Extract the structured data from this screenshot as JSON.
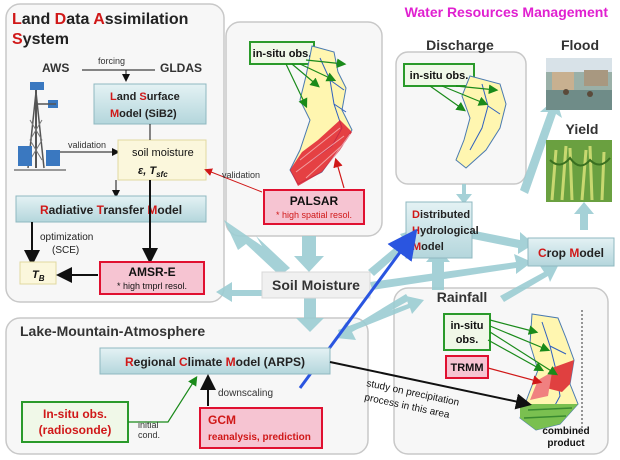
{
  "header": {
    "title": "Water Resources Management"
  },
  "lda": {
    "title_line1": "Land Data Assimilation",
    "title_line2": "System",
    "aws": "AWS",
    "gldas": "GLDAS",
    "forcing": "forcing",
    "lsm_line1": "Land Surface",
    "lsm_line2": "Model (SiB2)",
    "validation": "validation",
    "soil_moisture": "soil moisture",
    "eps_tsfc": "ε, T",
    "eps_sub": "sfc",
    "rtm": "Radiative Transfer Model",
    "optimization_line1": "optimization",
    "optimization_line2": "(SCE)",
    "tb": "T",
    "tb_sub": "B",
    "amsre": "AMSR-E",
    "amsre_note": "* high tmprl resol."
  },
  "palsar_panel": {
    "insitu": "in-situ obs.",
    "validation": "validation",
    "palsar": "PALSAR",
    "palsar_note": "* high spatial resol."
  },
  "discharge": {
    "title": "Discharge",
    "insitu": "in-situ obs."
  },
  "flood": {
    "title": "Flood"
  },
  "yield": {
    "title": "Yield"
  },
  "dhm": {
    "line1": "Distributed",
    "line2": "Hydrological",
    "line3": "Model"
  },
  "crop_model": "Crop Model",
  "soil_moisture_center": "Soil Moisture",
  "rainfall": {
    "title": "Rainfall",
    "insitu_line1": "in-situ",
    "insitu_line2": "obs.",
    "trmm": "TRMM",
    "combined_line1": "combined",
    "combined_line2": "product"
  },
  "lma": {
    "title": "Lake-Mountain-Atmosphere",
    "rcm": "Regional Climate Model (ARPS)",
    "downscaling": "downscaling",
    "initial_line1": "initial",
    "initial_line2": "cond.",
    "radiosonde_line1": "In-situ obs.",
    "radiosonde_line2": "(radiosonde)",
    "gcm_line1": "GCM",
    "gcm_line2": "reanalysis, prediction",
    "study_line1": "study on precipitation",
    "study_line2": "process in this area"
  },
  "colors": {
    "accent_red": "#d01818",
    "title_magenta": "#e020d0",
    "arrow_teal": "#8cc4cc",
    "box_fill": "#c6e2e6",
    "green_border": "#2a9a2a",
    "red_border": "#e01030",
    "blue_arrow": "#2a55e0"
  }
}
